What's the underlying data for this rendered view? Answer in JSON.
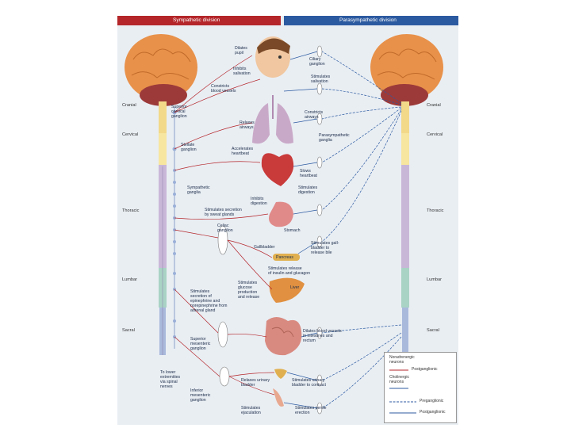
{
  "headers": {
    "sympathetic": "Sympathetic division",
    "parasympathetic": "Parasympathetic division"
  },
  "levels_left": [
    "Cranial",
    "Cervical",
    "Thoracic",
    "Lumbar",
    "Sacral"
  ],
  "levels_right": [
    "Cranial",
    "Cervical",
    "Thoracic",
    "Lumbar",
    "Sacral"
  ],
  "labels": {
    "dilates_pupil": "Dilates\npupil",
    "inhibits_salivation": "Inhibits\nsalivation",
    "constricts_vessels": "Constricts\nblood vessels",
    "superior_cervical": "Superior\ncervical\nganglion",
    "ciliary_ganglion": "Ciliary\nganglion",
    "stimulates_salivation": "Stimulates\nsalivation",
    "relaxes_airways": "Relaxes\nairways",
    "constricts_airways": "Constricts\nairways",
    "parasympathetic_ganglia": "Parasympathetic\nganglia",
    "stellate": "Stellate\nganglion",
    "accelerates_heartbeat": "Accelerates\nheartbeat",
    "slows_heartbeat": "Slows\nheartbeat",
    "sympathetic_ganglia": "Sympathetic\nganglia",
    "inhibits_digestion": "Inhibits\ndigestion",
    "stimulates_digestion": "Stimulates\ndigestion",
    "stimulates_sweat": "Stimulates secretion\nby sweat glands",
    "stomach": "Stomach",
    "celiac": "Celiac\nganglion",
    "gallbladder": "Gallbladder",
    "pancreas": "Pancreas",
    "stimulates_gallbladder": "Stimulates gall-\nbladder to\nrelease bile",
    "insulin": "Stimulates release\nof insulin and glucagon",
    "glucose": "Stimulates\nglucose\nproduction\nand release",
    "liver": "Liver",
    "adrenal": "Stimulates\nsecretion of\nepinephrine and\nnorepinephrine from\nadrenal gland",
    "dilates_vessels": "Dilates blood vessels\nin intestines and\nrectum",
    "superior_mesenteric": "Superior\nmesenteric\nganglion",
    "lower_extremities": "To lower\nextremities\nvia spinal\nnerves",
    "inferior_mesenteric": "Inferior\nmesenteric\nganglion",
    "relaxes_bladder": "Relaxes urinary\nbladder",
    "stimulates_bladder": "Stimulates urinary\nbladder to contract",
    "ejaculation": "Stimulates\nejaculation",
    "erection": "Stimulates penile\nerection"
  },
  "legend": {
    "noradrenergic": "Noradrenergic\nneurons",
    "postganglionic_1": "Postganglionic",
    "cholinergic": "Cholinergic\nneurons",
    "preganglionic": "Preganglionic",
    "postganglionic_2": "Postganglionic"
  },
  "colors": {
    "sympathetic": "#b4262a",
    "parasympathetic": "#2c5aa0",
    "brain": "#e8914a",
    "organ": "#d86a55"
  }
}
